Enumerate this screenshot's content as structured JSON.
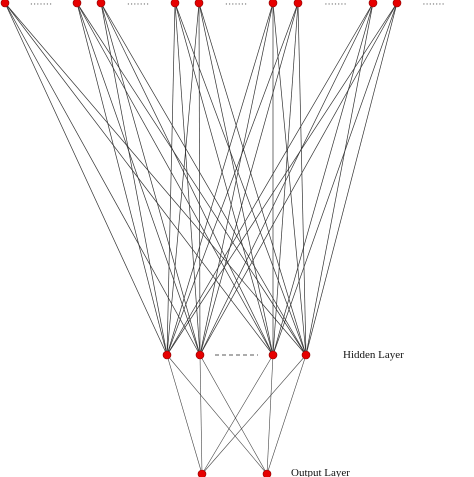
{
  "diagram": {
    "labels": {
      "hidden_layer": "Hidden Layer",
      "output_layer": "Output Layer"
    },
    "layers": [
      {
        "name": "input",
        "node_count": 9,
        "has_ellipsis": true
      },
      {
        "name": "hidden",
        "node_count": 4,
        "has_ellipsis": true
      },
      {
        "name": "output",
        "node_count": 2,
        "has_ellipsis": false
      }
    ],
    "connectivity": "fully-connected",
    "colors": {
      "node_fill": "#e60000",
      "edge": "#333333",
      "background": "#ffffff"
    }
  }
}
